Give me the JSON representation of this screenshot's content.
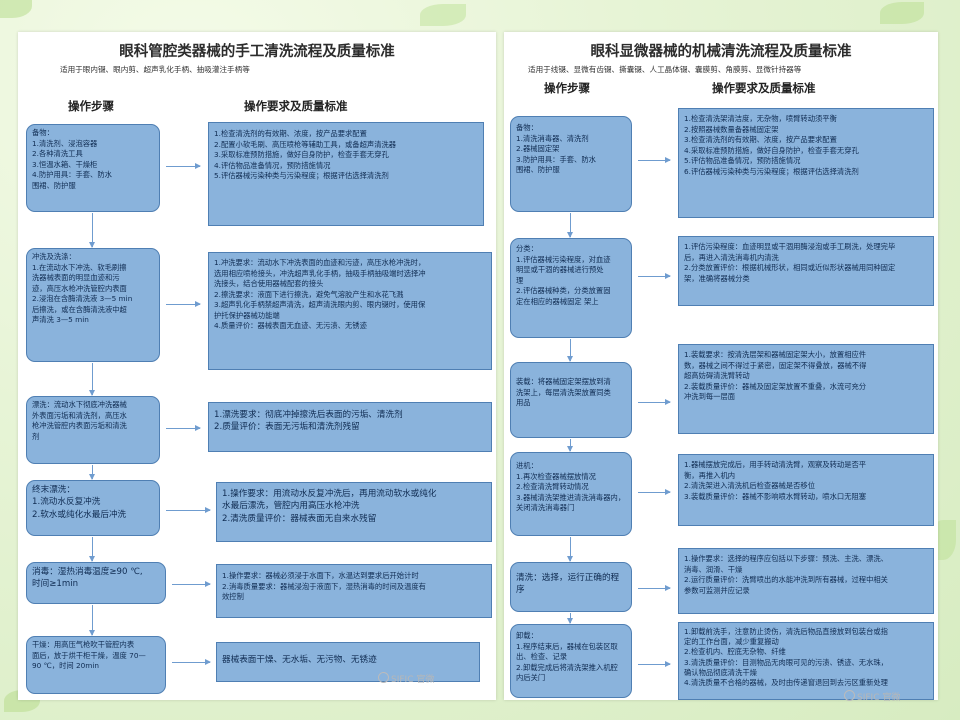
{
  "left": {
    "title": "眼科管腔类器械的手工清洗流程及质量标准",
    "subtitle": "适用于眼内镊、眼内剪、超声乳化手柄、抽吸灌注手柄等",
    "head_steps": "操作步骤",
    "head_req": "操作要求及质量标准",
    "steps": [
      [
        "备物：",
        "1.清洗剂、浸泡容器",
        "2.各种清洗工具",
        "3.恒温水箱、干燥柜",
        "4.防护用具：手套、防水",
        "   围裙、防护服"
      ],
      [
        "冲洗及洗涤：",
        "1.在流动水下冲洗、软毛刷擦",
        "洗器械表面的明显血迹和污",
        "迹，高压水枪冲洗管腔内表面",
        "2.浸泡在含酶清洗液 3—5 min",
        "后擦洗，或在含酶清洗液中超",
        "声清洗 3—5 min"
      ],
      [
        "漂洗：流动水下彻底冲洗器械",
        "外表面污垢和清洗剂，高压水",
        "枪冲洗管腔内表面污垢和清洗",
        "剂"
      ],
      [
        "终末漂洗：",
        "1.流动水反复冲洗",
        "2.软水或纯化水最后冲洗"
      ],
      [
        "消毒：湿热消毒温度≥90 ℃,",
        "时间≥1min"
      ],
      [
        "干燥：用高压气枪吹干管腔内表",
        "面后，放于烘干柜干燥，温度 70—",
        "90 ℃，时间 20min"
      ]
    ],
    "reqs": [
      [
        "1.检查清洗剂的有效期、浓度，按产品要求配置",
        "2.配置小软毛刷、高压喷枪等辅助工具，或备超声清洗器",
        "3.采取标准预防措施，做好自身防护，检查手套无穿孔",
        "4.评估物品准备情况，预防措施情况",
        "5.评估器械污染种类与污染程度；根据评估选择清洗剂"
      ],
      [
        "1.冲洗要求：流动水下冲洗表面的血迹和污迹，高压水枪冲洗时，",
        "选用相应喷枪接头，冲洗超声乳化手柄，抽吸手柄抽吸端时选择冲",
        "洗接头，结合使用器械配套的接头",
        "2.擦洗要求：液面下进行擦洗，避免气溶胶产生和水花飞溅",
        "3.超声乳化手柄禁超声清洗，超声清洗眼内剪、眼内镊时，使用保",
        "护托保护器械功能端",
        "4.质量评价：器械表面无血迹、无污渍、无锈迹"
      ],
      [
        "1.漂洗要求：彻底冲掉擦洗后表面的污垢、清洗剂",
        "2.质量评价：表面无污垢和清洗剂残留"
      ],
      [
        "1.操作要求：用流动水反复冲洗后，再用流动软水或纯化",
        "水最后漂洗，管腔内用高压水枪冲洗",
        "2.清洗质量评价：器械表面无自来水残留"
      ],
      [
        "1.操作要求：器械必须浸于水面下，水温达到要求后开始计时",
        "2.消毒质量要求：器械浸泡于液面下，湿热消毒的时间及温度有",
        "效控制"
      ],
      [
        "器械表面干燥、无水垢、无污物、无锈迹"
      ]
    ]
  },
  "right": {
    "title": "眼科显微器械的机械清洗流程及质量标准",
    "subtitle": "适用于线镊、显微有齿镊、撕囊镊、人工晶体镊、囊膜剪、角膜剪、显微针持器等",
    "head_steps": "操作步骤",
    "head_req": "操作要求及质量标准",
    "steps": [
      [
        "备物：",
        "1.清洗消毒器、清洗剂",
        "2.器械固定架",
        "3.防护用具：手套、防水",
        "   围裙、防护服"
      ],
      [
        "分类：",
        "1.评估器械污染程度，对血迹",
        "明显或干涸的器械进行预处",
        "理",
        "2.评估器械种类，分类放置固",
        "定在相应的器械固定 架上"
      ],
      [
        "装载：将器械固定架摆放到清",
        "洗架上，每层清洗架放置同类",
        "用品"
      ],
      [
        "进机：",
        "1.再次检查器械摆放情况",
        "2.检查清洗臂转动情况",
        "3.器械清洗架推进清洗消毒器内，",
        "关闭清洗消毒器门"
      ],
      [
        "清洗：选择，运行正确的程",
        "序"
      ],
      [
        "卸载：",
        "1.程序结束后，器械在包装区取",
        "出、检查、记录",
        "2.卸载完成后将清洗架推入机腔",
        "内后关门"
      ]
    ],
    "reqs": [
      [
        "1.检查清洗架清洁度，无杂物，喷臂转动须平衡",
        "2.按照器械数量备器械固定架",
        "3.检查清洗剂的有效期、浓度，按产品要求配置",
        "4.采取标准预防措施，做好自身防护，检查手套无穿孔",
        "5.评估物品准备情况，预防措施情况",
        "6.评估器械污染种类与污染程度；根据评估选择清洗剂"
      ],
      [
        "1.评估污染程度：血迹明显或干涸用酶浸泡或手工刷洗，处理完毕",
        "后，再进入清洗消毒机内清洗",
        "2.分类放置评价：根据机械形状，相同或近似形状器械用同种固定",
        "架，准确将器械分类"
      ],
      [
        "1.装载要求：按清洗层架和器械固定架大小，放置相应件",
        "数，器械之间不得过于紧密，固定架不得叠放，器械不得",
        "超高妨碍清洗臂转动",
        "2.装载质量评价：器械及固定架放置不重叠，水流可充分",
        "冲洗到每一层面"
      ],
      [
        "1.器械摆放完成后，用手转动清洗臂，观察及转动是否平",
        "衡，再推入机内",
        "2.清洗架进入清洗机后检查器械是否移位",
        "3.装载质量评价：器械不影响喷水臂转动，喷水口无阻塞"
      ],
      [
        "1.操作要求：选择的程序应包括以下步骤：预洗、主洗、漂洗、",
        "消毒、润滑、干燥",
        "2.运行质量评价：洗臂喷出的水能冲洗到所有器械，过程中相关",
        "参数可监测并应记录"
      ],
      [
        "1.卸载前洗手，注意防止烫伤，清洗后物品直接放到包装台或指",
        "定的工作台面，减少重复搬动",
        "2.检查机内、腔底无杂物、纤维",
        "3.清洗质量评价：目测物品无肉眼可见的污渍、锈迹、无水珠，",
        "确认物品彻底清洗干燥",
        "4.清洗质量不合格的器械，及时由传递窗退回到去污区重新处理"
      ]
    ]
  },
  "watermark": "SIFIC 官微"
}
